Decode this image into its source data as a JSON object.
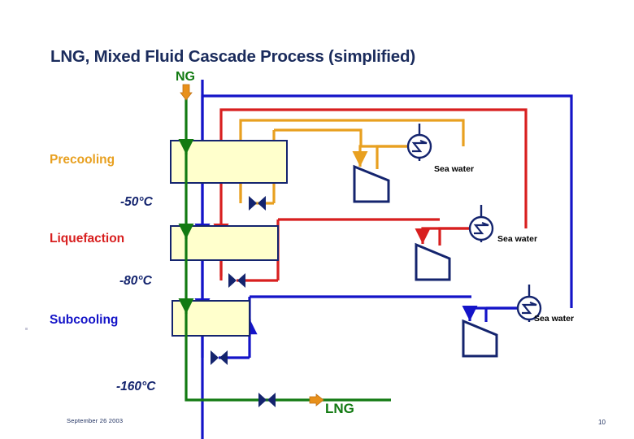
{
  "slide": {
    "title": "LNG, Mixed Fluid Cascade Process (simplified)",
    "footer_date": "September 26 2003",
    "page_number": "10"
  },
  "streams": {
    "feed_label": "NG",
    "product_label": "LNG"
  },
  "sections": [
    {
      "name": "precooling",
      "label": "Precooling",
      "color": "#e8a020",
      "outlet_temp": "-50°C"
    },
    {
      "name": "liquefaction",
      "label": "Liquefaction",
      "color": "#d81f1f",
      "outlet_temp": "-80°C"
    },
    {
      "name": "subcooling",
      "label": "Subcooling",
      "color": "#1414c8",
      "outlet_temp": "-160°C"
    }
  ],
  "temperatures": {
    "after_precooling": "-50°C",
    "after_liquefaction": "-80°C",
    "after_subcooling": "-160°C"
  },
  "coolers": [
    {
      "id": "sea-water-cooler-1",
      "label": "Sea water",
      "circuit": "precooling",
      "color": "#e8a020"
    },
    {
      "id": "sea-water-cooler-2",
      "label": "Sea water",
      "circuit": "liquefaction",
      "color": "#d81f1f"
    },
    {
      "id": "sea-water-cooler-3",
      "label": "Sea water",
      "circuit": "subcooling",
      "color": "#1414c8"
    }
  ],
  "colors": {
    "navy": "#14246e",
    "title_navy": "#1a2b5c",
    "green": "#127a12",
    "orange": "#e8a020",
    "red": "#d81f1f",
    "blue": "#1414c8",
    "exchanger_fill": "#ffffcc",
    "arrow_orange": "#e8a020",
    "background": "#ffffff"
  },
  "equipment": {
    "heat_exchangers": [
      "precooling-exchanger",
      "liquefaction-exchanger",
      "subcooling-exchanger"
    ],
    "compressors": [
      "precooling-compressor",
      "liquefaction-compressor",
      "subcooling-compressor"
    ],
    "valves": [
      "precooling-jt-valve",
      "liquefaction-jt-valve",
      "subcooling-jt-valve",
      "lng-product-valve"
    ]
  }
}
